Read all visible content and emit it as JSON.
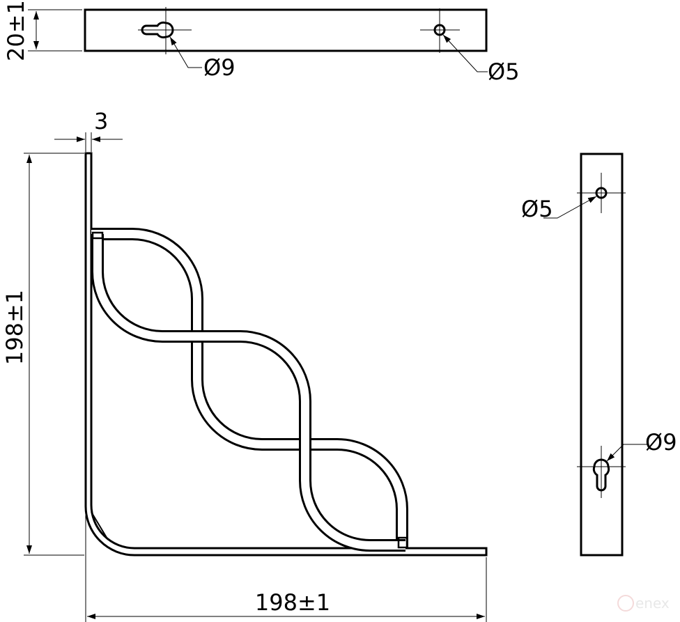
{
  "drawing": {
    "top_view": {
      "height_dim": "20±1",
      "keyhole_dim": "Ø9",
      "hole_dim": "Ø5"
    },
    "front_view": {
      "thickness_dim": "3",
      "height_dim": "198±1",
      "width_dim": "198±1"
    },
    "side_view": {
      "hole_dim": "Ø5",
      "keyhole_dim": "Ø9"
    },
    "watermark": "enex",
    "colors": {
      "line": "#000000",
      "watermark": "#e6e6e6",
      "watermark_logo": "#f3d6d6"
    }
  }
}
